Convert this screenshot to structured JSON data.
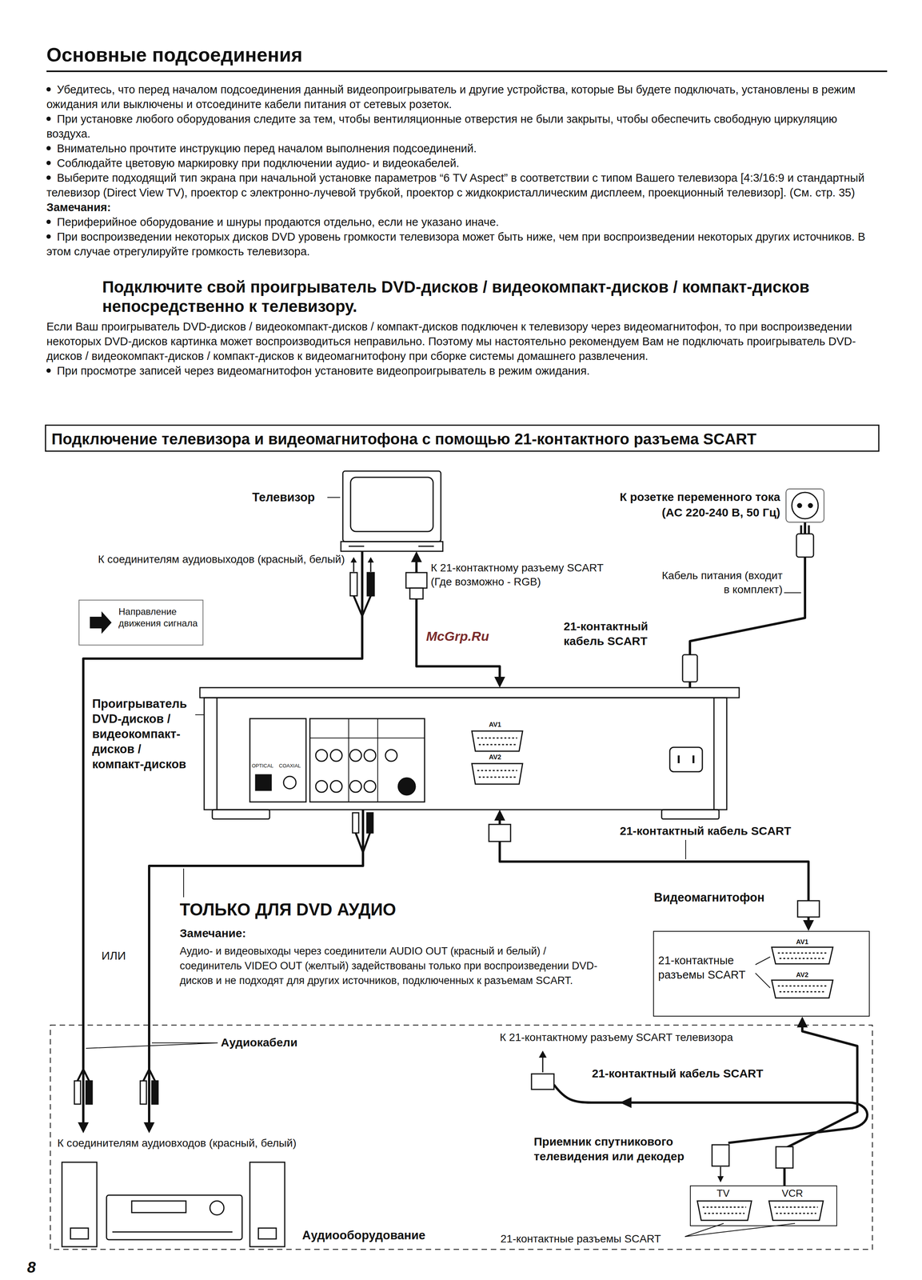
{
  "diagram": {
    "title": "Основные подсоединения",
    "nodes": [
      {
        "text": [
          "Подключение телевизора и видеомагнитофона с помощью 21-контактного разъема SCART"
        ]
      },
      {
        "text": [
          "Телевизор"
        ]
      },
      {
        "text": [
          "К розетке переменного тока (AC 220-240 В, 50 Гц)"
        ]
      },
      {
        "text": [
          "Проигрыватель DVD-дисков / видеокомпакт-дисков / компакт-дисков"
        ]
      },
      {
        "text": [
          "Видеомагнитофон",
          "21-контактные разъемы SCART"
        ]
      },
      {
        "text": [
          "К соединителям аудиовходов (красный, белый)",
          "Аудиооборудование"
        ]
      },
      {
        "text": [
          "Приемник спутникового телевидения или декодер",
          "21-контактные разъемы SCART"
        ]
      }
    ],
    "edges": [
      {
        "from": 3,
        "to": 1,
        "arrow": "both",
        "label": "21-контактный кабель SCART"
      },
      {
        "from": 1,
        "to": 5,
        "arrow": "to"
      },
      {
        "from": 3,
        "to": 5,
        "arrow": "to"
      },
      {
        "from": 2,
        "to": 3,
        "arrow": "none",
        "label": "Кабель питания (входит в комплект)"
      },
      {
        "from": 3,
        "to": 4,
        "arrow": "both",
        "label": "21-контактный кабель SCART"
      },
      {
        "from": 6,
        "to": 4,
        "arrow": "to"
      }
    ],
    "labels": [
      "Убедитесь, что перед началом подсоединения данный видеопроигрыватель и другие устройства, которые Вы будете подключать, установлены в режим ожидания или выключены и отсоедините кабели питания от сетевых розеток.",
      "При установке любого оборудования следите за тем, чтобы вентиляционные отверстия не были закрыты, чтобы обеспечить свободную циркуляцию воздуха.",
      "Внимательно прочтите инструкцию перед началом выполнения подсоединений.",
      "Соблюдайте цветовую маркировку при подключении аудио- и видеокабелей.",
      "Выберите подходящий тип экрана при начальной установке параметров “6 TV Aspect” в соответствии с типом Вашего телевизора [4:3/16:9 и стандартный телевизор (Direct View TV), проектор с электронно-лучевой трубкой, проектор с жидкокристаллическим дисплеем, проекционный телевизор]. (См. стр. 35)",
      "Замечания:",
      "Периферийное оборудование и шнуры продаются отдельно, если не указано иначе.",
      "При воспроизведении некоторых дисков DVD уровень громкости телевизора может быть ниже, чем при воспроизведении некоторых других источников. В этом случае отрегулируйте громкость телевизора.",
      "Подключите свой проигрыватель DVD-дисков / видеокомпакт-дисков / компакт-дисков непосредственно к телевизору.",
      "Если Ваш проигрыватель DVD-дисков / видеокомпакт-дисков / компакт-дисков подключен к телевизору через видеомагнитофон, то при воспроизведении некоторых DVD-дисков картинка может воспроизводиться неправильно. Поэтому мы настоятельно рекомендуем Вам не подключать проигрыватель DVD-дисков / видеокомпакт-дисков / компакт-дисков к видеомагнитофону при сборке системы домашнего развлечения.",
      "При просмотре записей через видеомагнитофон установите видеопроигрыватель в режим ожидания.",
      "К соединителям аудиовыходов (красный, белый)",
      "К 21-контактному разъему SCART (Где возможно - RGB)",
      "McGrp.Ru",
      "AV1",
      "AV2",
      "OPTICAL",
      "COAXIAL",
      "ТОЛЬКО ДЛЯ DVD АУДИО",
      "Замечание:",
      "Аудио- и видеовыходы через соединители AUDIO OUT (красный и белый) / соединитель VIDEO OUT (желтый) задействованы только при воспроизведении DVD-дисков и не подходят для других источников, подключенных к разъемам SCART.",
      "ИЛИ",
      "Аудиокабели",
      "AV1",
      "AV2",
      "К 21-контактному разъему SCART телевизора",
      "21-контактный кабель SCART",
      "TV",
      "VCR",
      "8"
    ],
    "legend": [
      {
        "text": "Направление движения сигнала"
      }
    ]
  }
}
